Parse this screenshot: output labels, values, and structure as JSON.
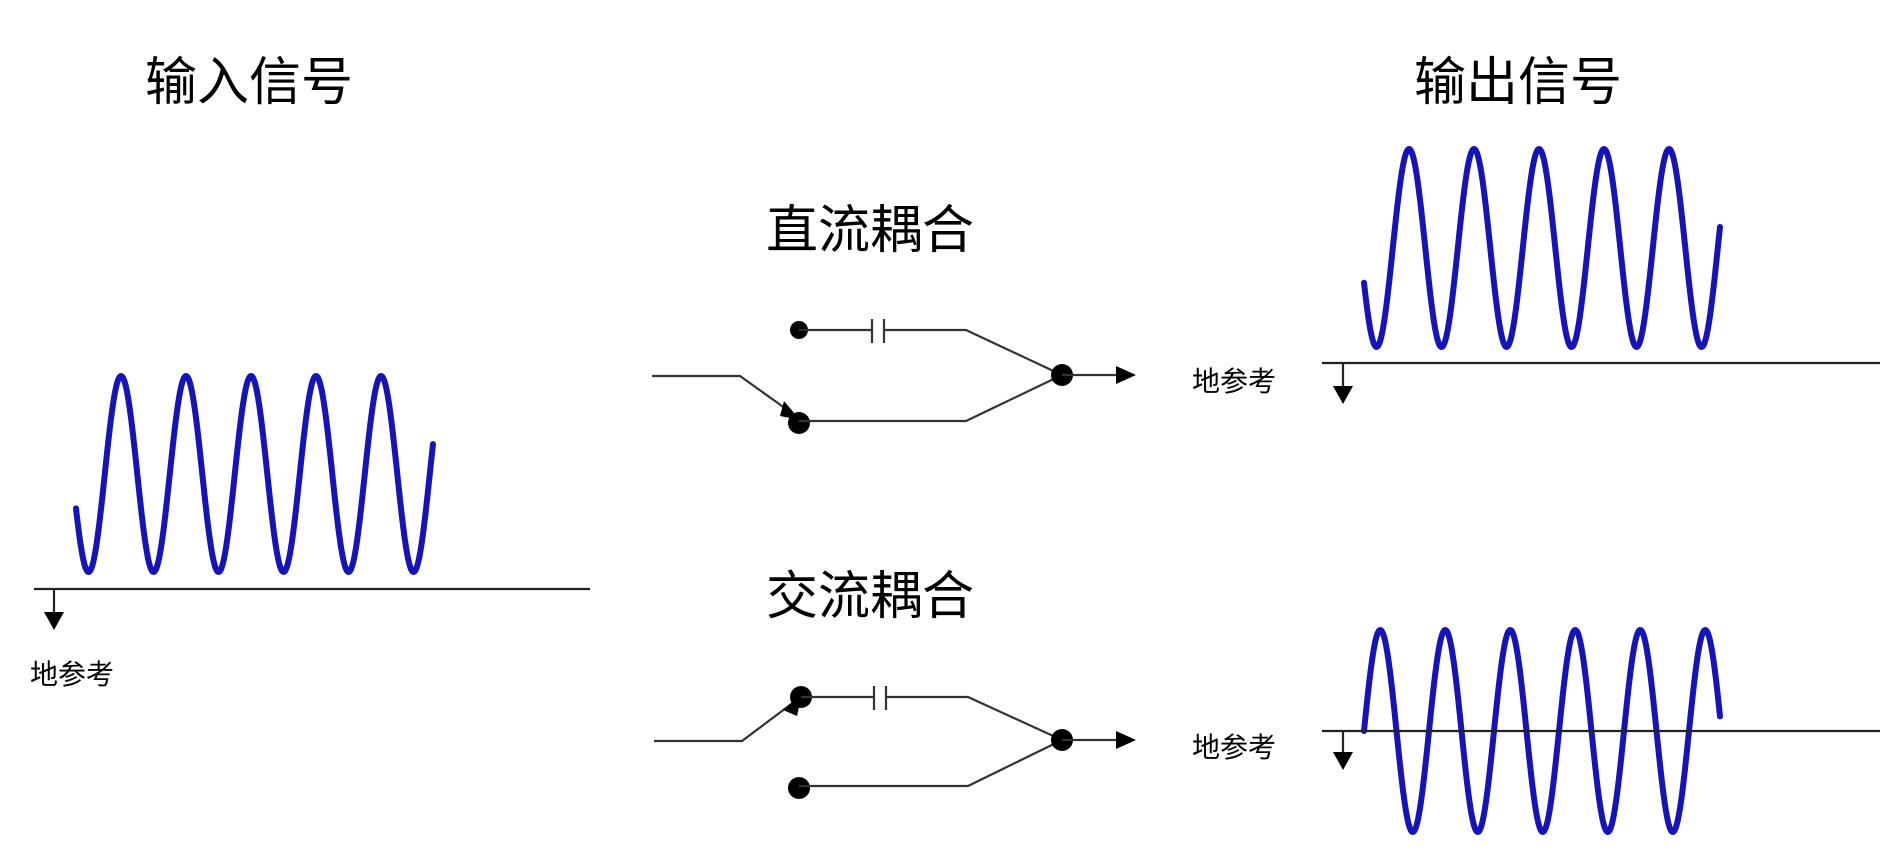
{
  "labels": {
    "input_title": "输入信号",
    "output_title": "输出信号",
    "dc_coupling": "直流耦合",
    "ac_coupling": "交流耦合",
    "ground_reference": "地参考"
  },
  "colors": {
    "wave": "#1414b8",
    "wire": "#333333",
    "background": "#ffffff"
  },
  "icons": {
    "ground_arrow": "down-arrow-icon",
    "switch_arrow": "switch-arrow-icon",
    "capacitor": "capacitor-icon",
    "output_arrow": "right-arrow-icon"
  }
}
